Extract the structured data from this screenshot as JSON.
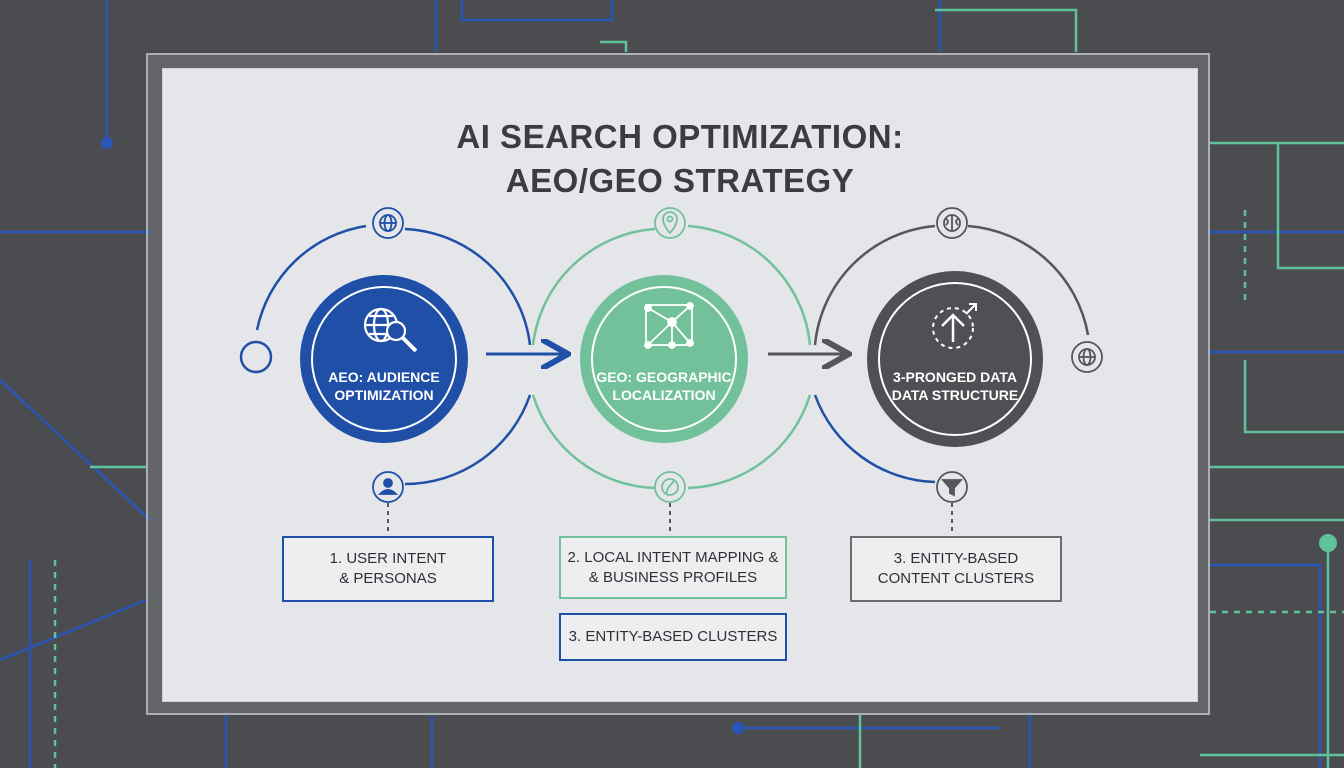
{
  "title": {
    "line1": "AI SEARCH OPTIMIZATION:",
    "line2": "AEO/GEO STRATEGY"
  },
  "colors": {
    "blue": "#1f4fa6",
    "green": "#72c19a",
    "gray": "#54565a",
    "panel": "#e4e6e9",
    "background": "#4a4c4f",
    "circuit_blue": "#2a55b8",
    "circuit_green": "#5fc29a"
  },
  "nodes": [
    {
      "label_line1": "AEO: AUDIENCE",
      "label_line2": "OPTIMIZATION",
      "main_icon": "globe-search-icon",
      "top_icon": "globe-icon",
      "bottom_icon": "user-icon"
    },
    {
      "label_line1": "GEO: GEOGRAPHIC",
      "label_line2": "LOCALIZATION",
      "main_icon": "network-map-icon",
      "top_icon": "location-pin-icon",
      "bottom_icon": "compass-icon"
    },
    {
      "label_line1": "3-PRONGED DATA",
      "label_line2": "DATA STRUCTURE",
      "main_icon": "growth-arrow-icon",
      "top_icon": "brain-icon",
      "bottom_icon": "funnel-icon",
      "side_icon": "globe-icon"
    }
  ],
  "steps": [
    {
      "line1": "1. USER INTENT",
      "line2": "& PERSONAS"
    },
    {
      "line1": "2. LOCAL INTENT MAPPING &",
      "line2": "& BUSINESS PROFILES"
    },
    {
      "line1": "3. ENTITY-BASED CLUSTERS"
    },
    {
      "line1": "3. ENTITY-BASED",
      "line2": "CONTENT CLUSTERS"
    }
  ]
}
